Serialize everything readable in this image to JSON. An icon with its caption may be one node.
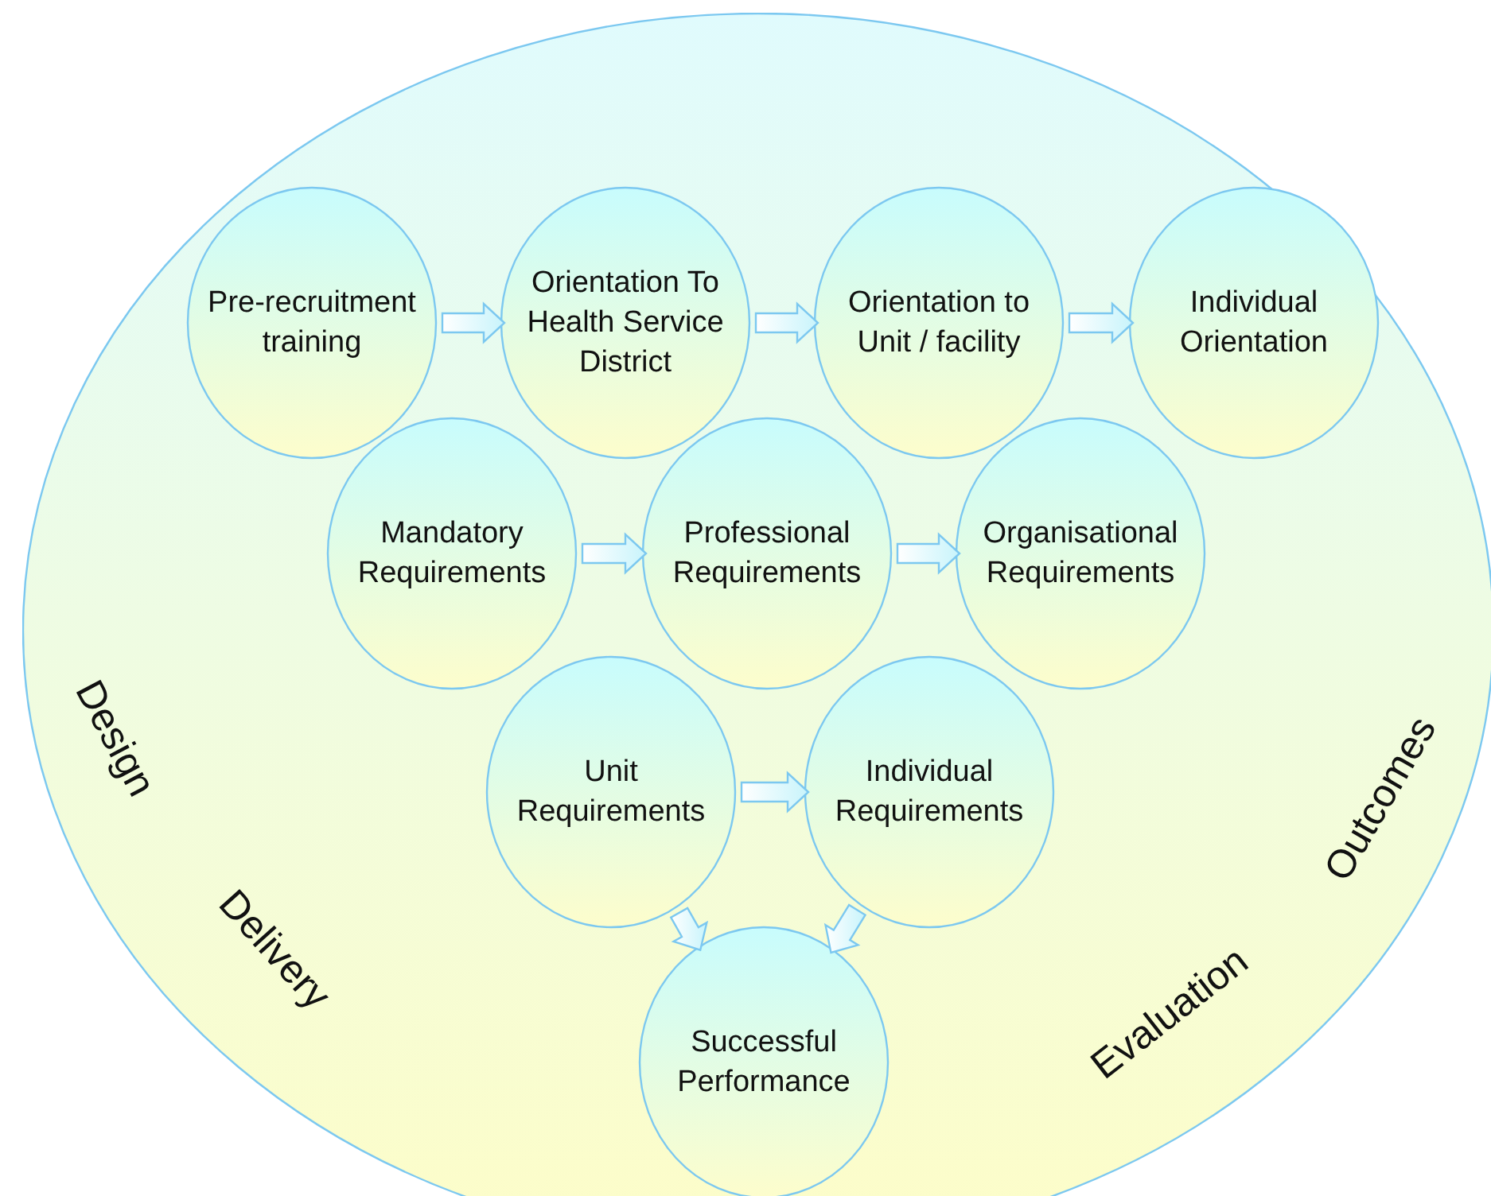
{
  "diagram": {
    "nodes": [
      {
        "text": [
          "Design",
          "Delivery",
          "Evaluation",
          "Outcomes"
        ]
      },
      {
        "text": [
          "Pre-recruitment training"
        ],
        "in": 0
      },
      {
        "text": [
          "Orientation To Health Service District"
        ],
        "in": 0
      },
      {
        "text": [
          "Orientation to Unit / facility"
        ],
        "in": 0
      },
      {
        "text": [
          "Individual Orientation"
        ],
        "in": 0
      },
      {
        "text": [
          "Mandatory Requirements"
        ],
        "in": 0
      },
      {
        "text": [
          "Professional Requirements"
        ],
        "in": 0
      },
      {
        "text": [
          "Organisational Requirements"
        ],
        "in": 0
      },
      {
        "text": [
          "Unit Requirements"
        ],
        "in": 0
      },
      {
        "text": [
          "Individual Requirements"
        ],
        "in": 0
      },
      {
        "text": [
          "Successful Performance"
        ],
        "in": 0
      }
    ],
    "edges": [
      {
        "from": 1,
        "to": 2,
        "arrow": "to"
      },
      {
        "from": 2,
        "to": 3,
        "arrow": "to"
      },
      {
        "from": 3,
        "to": 4,
        "arrow": "to"
      },
      {
        "from": 5,
        "to": 6,
        "arrow": "to"
      },
      {
        "from": 6,
        "to": 7,
        "arrow": "to"
      },
      {
        "from": 8,
        "to": 9,
        "arrow": "to"
      },
      {
        "from": 8,
        "to": 10,
        "arrow": "to"
      },
      {
        "from": 9,
        "to": 10,
        "arrow": "to"
      }
    ]
  }
}
